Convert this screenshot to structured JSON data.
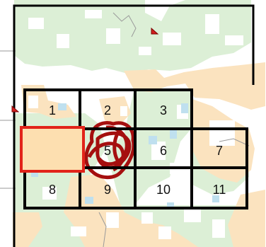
{
  "map": {
    "colors": {
      "background": "#ffffff",
      "public_land": "#dcefd6",
      "private_land": "#fbe3bf",
      "water": "#bfe0ef",
      "grid_line": "#000000",
      "frame_line": "#000000",
      "highlight_fill": "#fddfb0",
      "highlight_border": "#e2231a",
      "fire_perimeter": "#a50f0f",
      "marker": "#d21f1f",
      "road": "#9a9a9a",
      "label": "#111111"
    },
    "grid_cells": [
      {
        "id": "1",
        "label": "1"
      },
      {
        "id": "2",
        "label": "2"
      },
      {
        "id": "3",
        "label": "3"
      },
      {
        "id": "5",
        "label": "5"
      },
      {
        "id": "6",
        "label": "6"
      },
      {
        "id": "7",
        "label": "7"
      },
      {
        "id": "8",
        "label": "8"
      },
      {
        "id": "9",
        "label": "9"
      },
      {
        "id": "10",
        "label": "10"
      },
      {
        "id": "11",
        "label": "11"
      }
    ],
    "selected_cell": "4",
    "icons": [
      "flag-marker-icon",
      "flag-marker-icon"
    ]
  }
}
